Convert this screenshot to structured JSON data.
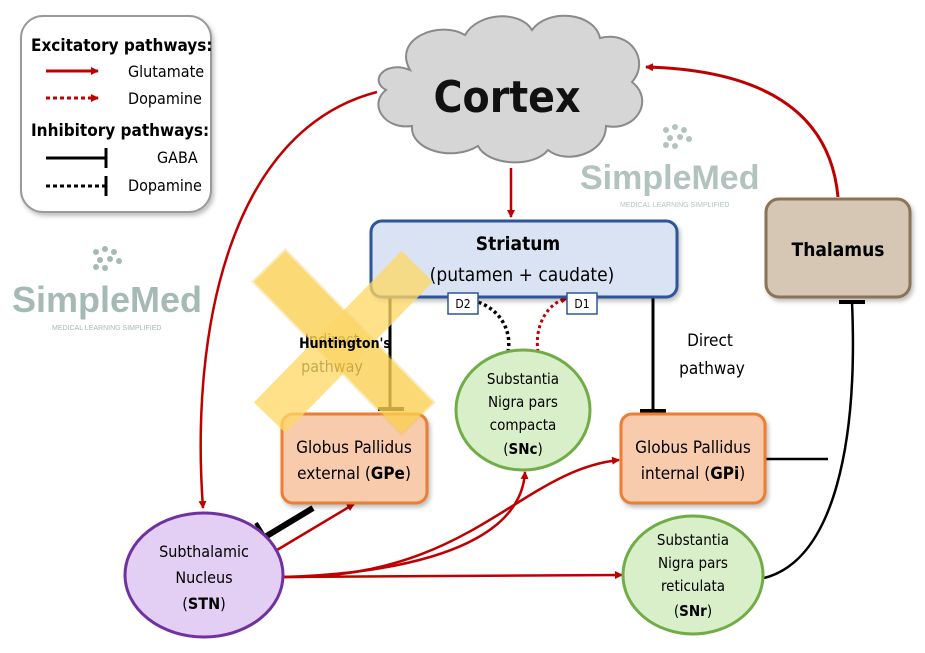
{
  "legend": {
    "excitatory_title": "Excitatory pathways:",
    "glutamate": "Glutamate",
    "dopamine_exc": "Dopamine",
    "inhibitory_title": "Inhibitory pathways:",
    "gaba": "GABA",
    "dopamine_inh": "Dopamine"
  },
  "watermark": {
    "brand": "SimpleMed",
    "tagline": "MEDICAL LEARNING SIMPLIFIED"
  },
  "nodes": {
    "cortex": "Cortex",
    "striatum_title": "Striatum",
    "striatum_sub": "(putamen + caudate)",
    "receptor_d2": "D2",
    "receptor_d1": "D1",
    "thalamus": "Thalamus",
    "gpe_line1": "Globus Pallidus",
    "gpe_line2_pre": "external (",
    "gpe_abbr": "GPe",
    "gpe_line2_post": ")",
    "gpi_line1": "Globus Pallidus",
    "gpi_line2_pre": "internal (",
    "gpi_abbr": "GPi",
    "gpi_line2_post": ")",
    "snc_line1": "Substantia",
    "snc_line2": "Nigra pars",
    "snc_line3": "compacta",
    "snc_abbr_pre": "(",
    "snc_abbr": "SNc",
    "snc_abbr_post": ")",
    "stn_line1": "Subthalamic",
    "stn_line2": "Nucleus",
    "stn_abbr_pre": "(",
    "stn_abbr": "STN",
    "stn_abbr_post": ")",
    "snr_line1": "Substantia",
    "snr_line2": "Nigra pars",
    "snr_line3": "reticulata",
    "snr_abbr_pre": "(",
    "snr_abbr": "SNr",
    "snr_abbr_post": ")"
  },
  "labels": {
    "direct_line1": "Direct",
    "direct_line2": "pathway",
    "indirect_line1": "Indirect",
    "indirect_line2": "pathway",
    "huntingtons": "Huntington's"
  },
  "colors": {
    "excitatory": "#c00000",
    "inhibitory": "#000000",
    "striatum_fill": "#dae3f3",
    "striatum_stroke": "#2f5597",
    "thalamus_fill": "#d6c7b5",
    "thalamus_stroke": "#8a7358",
    "gp_fill": "#f8cbad",
    "gp_stroke": "#ed7d31",
    "sn_fill": "#d9efc9",
    "sn_stroke": "#70ad47",
    "stn_fill": "#e2cff3",
    "stn_stroke": "#7030a0",
    "cross": "#ffd966",
    "watermark": "#7f9c96"
  }
}
